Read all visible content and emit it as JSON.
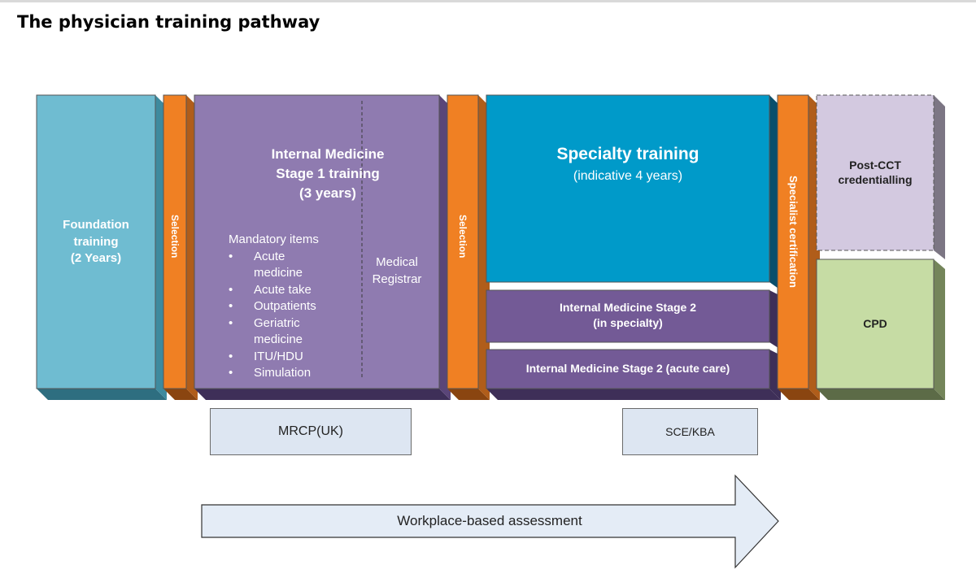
{
  "title": "The physician training pathway",
  "foundation": {
    "line1": "Foundation",
    "line2": "training",
    "line3": "(2 Years)",
    "color": "#6fbcd1"
  },
  "selection_1": "Selection",
  "im_stage1": {
    "title_line1": "Internal Medicine",
    "title_line2": "Stage 1 training",
    "title_line3": "(3 years)",
    "mandatory_heading": "Mandatory items",
    "items": [
      "Acute medicine",
      "Acute take",
      "Outpatients",
      "Geriatric medicine",
      "ITU/HDU",
      "Simulation"
    ],
    "medical_registrar": "Medical Registrar",
    "color": "#8f7bb0"
  },
  "selection_2": "Selection",
  "specialty": {
    "title": "Specialty training",
    "subtitle": "(indicative 4 years)",
    "color": "#009ac9"
  },
  "im_stage2_specialty": {
    "line1": "Internal Medicine Stage 2",
    "line2": "(in specialty)"
  },
  "im_stage2_acute": "Internal Medicine Stage 2 (acute care)",
  "specialist_certification": "Specialist certification",
  "post_cct": {
    "line1": "Post-CCT",
    "line2": "credentialling"
  },
  "cpd": "CPD",
  "mrcp": "MRCP(UK)",
  "sce": "SCE/KBA",
  "wpba": "Workplace-based assessment",
  "colors": {
    "orange": "#f08023",
    "purple_dark": "#735a96",
    "lilac": "#d3c9e0",
    "green": "#c6dca4",
    "arrow_fill": "#e4ecf6"
  }
}
